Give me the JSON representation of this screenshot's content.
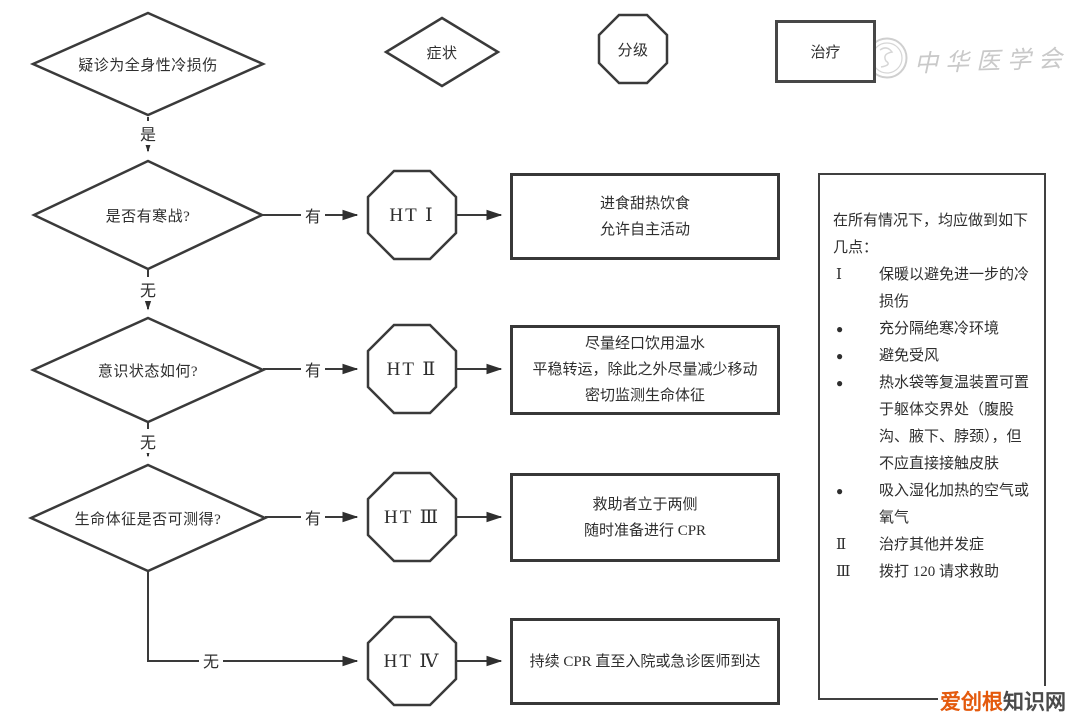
{
  "legend": {
    "symptom": "症状",
    "grade": "分级",
    "treatment": "治疗"
  },
  "flow": {
    "start": {
      "label": "疑诊为全身性冷损伤",
      "out_label": "是"
    },
    "rows": [
      {
        "question": "是否有寒战?",
        "yes": "有",
        "no": "无",
        "grade": "HT Ⅰ",
        "treatment": "进食甜热饮食\n允许自主活动"
      },
      {
        "question": "意识状态如何?",
        "yes": "有",
        "no": "无",
        "grade": "HT Ⅱ",
        "treatment": "尽量经口饮用温水\n平稳转运，除此之外尽量减少移动\n密切监测生命体征"
      },
      {
        "question": "生命体征是否可测得?",
        "yes": "有",
        "no": "无",
        "grade": "HT Ⅲ",
        "treatment": "救助者立于两侧\n随时准备进行 CPR"
      },
      {
        "no": "无",
        "grade": "HT Ⅳ",
        "treatment": "持续 CPR 直至入院或急诊医师到达"
      }
    ]
  },
  "panel": {
    "intro": "在所有情况下，均应做到如下几点：",
    "items": [
      {
        "marker": "Ⅰ",
        "text": "保暖以避免进一步的冷损伤"
      },
      {
        "marker": "●",
        "text": "充分隔绝寒冷环境"
      },
      {
        "marker": "●",
        "text": "避免受风"
      },
      {
        "marker": "●",
        "text": "热水袋等复温装置可置于躯体交界处（腹股沟、腋下、脖颈），但不应直接接触皮肤"
      },
      {
        "marker": "●",
        "text": "吸入湿化加热的空气或氧气"
      },
      {
        "marker": "Ⅱ",
        "text": "治疗其他并发症"
      },
      {
        "marker": "Ⅲ",
        "text": "拨打 120 请求救助"
      }
    ]
  },
  "watermarks": {
    "society": "中华医学会",
    "site_primary": "爱创根",
    "site_secondary": "知识网"
  },
  "colors": {
    "line": "#3a3a3a",
    "arrow": "#2f2f2f",
    "seal_gray": "#c9c9c9",
    "site_orange": "#e45a0d"
  }
}
